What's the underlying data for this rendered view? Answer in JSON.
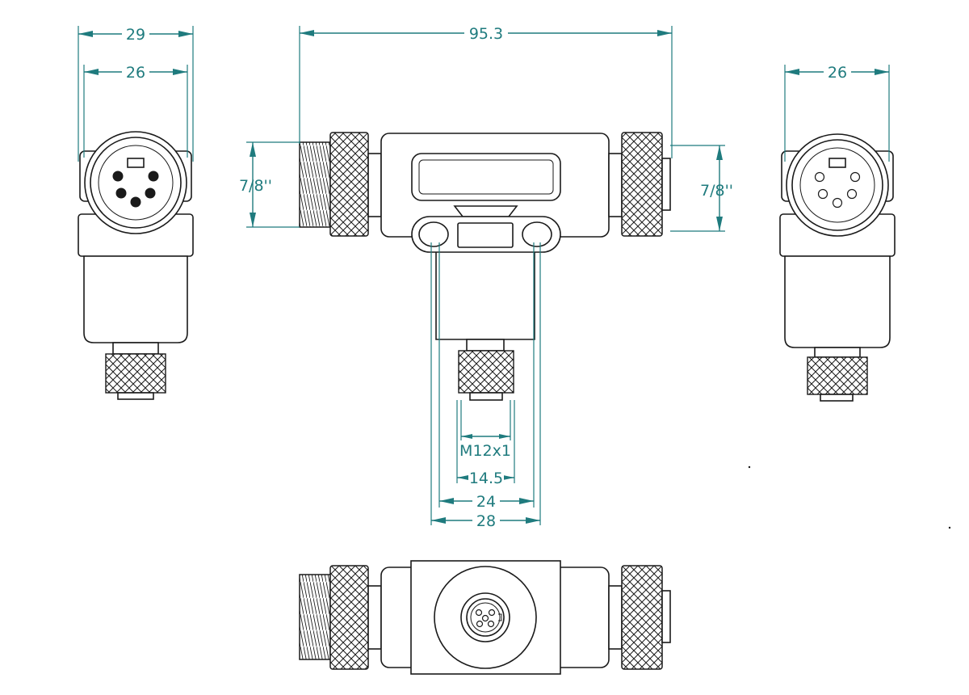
{
  "dimension_color": "#1f7b7e",
  "outline_color": "#1a1a1a",
  "dimensions": {
    "left_width_outer": "29",
    "left_width_inner": "26",
    "top_length": "95.3",
    "thread_left": "7/8''",
    "thread_right": "7/8''",
    "right_width": "26",
    "m12_thread": "M12x1",
    "nut_diameter": "14.5",
    "body_inner": "24",
    "body_outer": "28"
  }
}
